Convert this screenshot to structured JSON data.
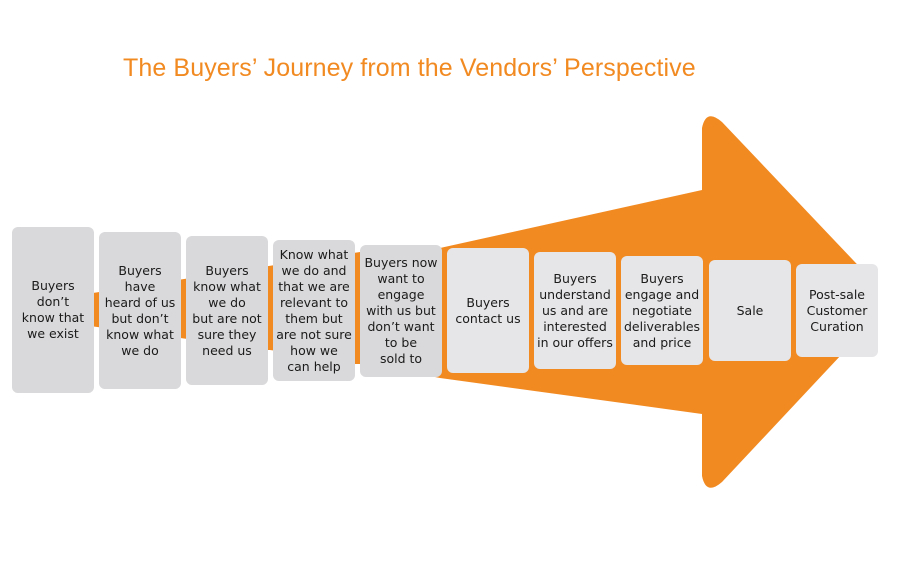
{
  "title": "The Buyers’ Journey from the Vendors’ Perspective",
  "colors": {
    "accent": "#f28a22",
    "box_fill": "#d9d9db",
    "box_fill_light": "#e6e6e8",
    "text": "#1b1b1b"
  },
  "stages": [
    {
      "label": "Buyers don’t\nknow that\nwe exist"
    },
    {
      "label": "Buyers have\nheard of us\nbut don’t\nknow what\nwe do"
    },
    {
      "label": "Buyers\nknow what\nwe do\nbut are not\nsure they\nneed us"
    },
    {
      "label": "Know what\nwe do and\nthat we are\nrelevant to\nthem but\nare not sure\nhow we\ncan help"
    },
    {
      "label": "Buyers now\nwant to\nengage\nwith us but\ndon’t want\nto be\nsold to"
    },
    {
      "label": "Buyers\ncontact us"
    },
    {
      "label": "Buyers\nunderstand\nus and are\ninterested\nin our offers"
    },
    {
      "label": "Buyers\nengage and\nnegotiate\ndeliverables\nand price"
    },
    {
      "label": "Sale"
    },
    {
      "label": "Post-sale\nCustomer\nCuration"
    }
  ]
}
